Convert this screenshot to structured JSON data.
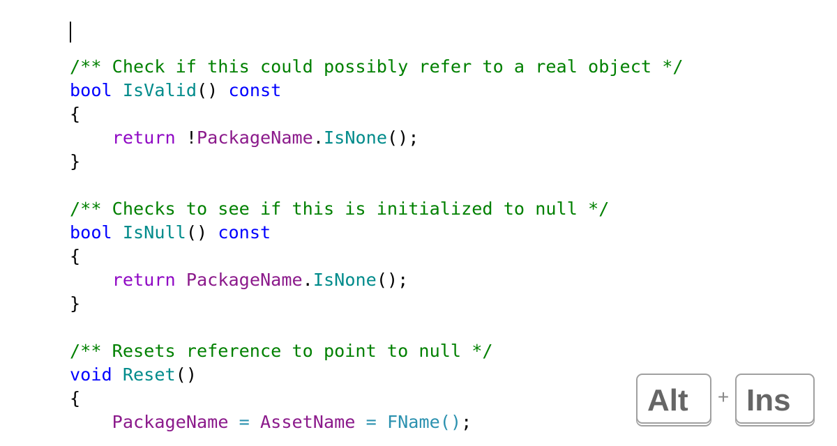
{
  "editor": {
    "cursor_visible": true,
    "lines": [
      {
        "tokens": []
      },
      {
        "tokens": []
      },
      {
        "tokens": [
          {
            "t": "/** Check if this could possibly refer to a real object */",
            "c": "comment"
          }
        ]
      },
      {
        "tokens": [
          {
            "t": "bool",
            "c": "kw"
          },
          {
            "t": " ",
            "c": "punc"
          },
          {
            "t": "IsValid",
            "c": "fn"
          },
          {
            "t": "() ",
            "c": "punc"
          },
          {
            "t": "const",
            "c": "kw"
          }
        ]
      },
      {
        "tokens": [
          {
            "t": "{",
            "c": "punc"
          }
        ]
      },
      {
        "tokens": [
          {
            "t": "    ",
            "c": "punc"
          },
          {
            "t": "return",
            "c": "ret"
          },
          {
            "t": " !",
            "c": "punc"
          },
          {
            "t": "PackageName",
            "c": "var"
          },
          {
            "t": ".",
            "c": "punc"
          },
          {
            "t": "IsNone",
            "c": "fn"
          },
          {
            "t": "();",
            "c": "punc"
          }
        ]
      },
      {
        "tokens": [
          {
            "t": "}",
            "c": "punc"
          }
        ]
      },
      {
        "tokens": []
      },
      {
        "tokens": [
          {
            "t": "/** Checks to see if this is initialized to null */",
            "c": "comment"
          }
        ]
      },
      {
        "tokens": [
          {
            "t": "bool",
            "c": "kw"
          },
          {
            "t": " ",
            "c": "punc"
          },
          {
            "t": "IsNull",
            "c": "fn"
          },
          {
            "t": "() ",
            "c": "punc"
          },
          {
            "t": "const",
            "c": "kw"
          }
        ]
      },
      {
        "tokens": [
          {
            "t": "{",
            "c": "punc"
          }
        ]
      },
      {
        "tokens": [
          {
            "t": "    ",
            "c": "punc"
          },
          {
            "t": "return",
            "c": "ret"
          },
          {
            "t": " ",
            "c": "punc"
          },
          {
            "t": "PackageName",
            "c": "var"
          },
          {
            "t": ".",
            "c": "punc"
          },
          {
            "t": "IsNone",
            "c": "fn"
          },
          {
            "t": "();",
            "c": "punc"
          }
        ]
      },
      {
        "tokens": [
          {
            "t": "}",
            "c": "punc"
          }
        ]
      },
      {
        "tokens": []
      },
      {
        "tokens": [
          {
            "t": "/** Resets reference to point to null */",
            "c": "comment"
          }
        ]
      },
      {
        "tokens": [
          {
            "t": "void",
            "c": "kw"
          },
          {
            "t": " ",
            "c": "punc"
          },
          {
            "t": "Reset",
            "c": "fn"
          },
          {
            "t": "()",
            "c": "punc"
          }
        ]
      },
      {
        "tokens": [
          {
            "t": "{",
            "c": "punc"
          }
        ]
      },
      {
        "tokens": [
          {
            "t": "    ",
            "c": "punc"
          },
          {
            "t": "PackageName",
            "c": "var"
          },
          {
            "t": " = ",
            "c": "type"
          },
          {
            "t": "AssetName",
            "c": "var"
          },
          {
            "t": " = ",
            "c": "type"
          },
          {
            "t": "FName",
            "c": "type"
          },
          {
            "t": "()",
            "c": "type"
          },
          {
            "t": ";",
            "c": "punc"
          }
        ]
      }
    ]
  },
  "shortcut_overlay": {
    "keys": [
      "Alt",
      "Ins"
    ],
    "separator": "+"
  },
  "colors": {
    "comment": "#008000",
    "keyword": "#0000ff",
    "function": "#008b8b",
    "return_keyword": "#8f08c4",
    "variable": "#8b1a8b",
    "type": "#2b91af"
  }
}
